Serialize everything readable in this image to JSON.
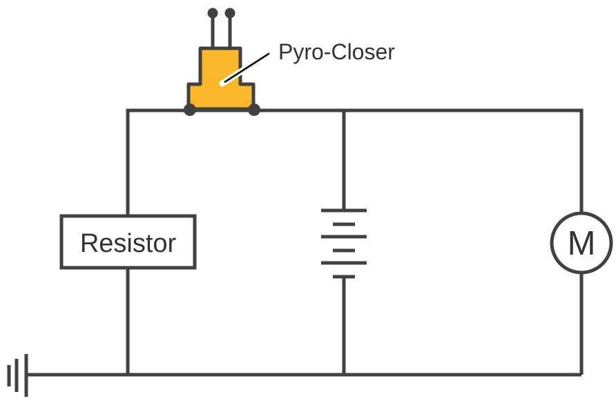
{
  "colors": {
    "background": "#FFFFFF",
    "wire": "#414141",
    "text": "#333333",
    "pyro_fill": "#FBB72C",
    "leader_casing": "#FFFFFF",
    "leader_line": "#111111"
  },
  "components": {
    "pyro_closer": {
      "label": "Pyro-Closer",
      "symbol": "stepped-block-with-two-pins",
      "pins": 2,
      "terminal_dots": 2
    },
    "resistor": {
      "label": "Resistor",
      "symbol": "labeled-rectangle"
    },
    "battery": {
      "symbol": "battery-stack",
      "long_plates": 3,
      "short_plates": 3
    },
    "motor": {
      "label": "M",
      "symbol": "circle-with-letter"
    },
    "ground": {
      "symbol": "earth-ground",
      "bars": 3
    }
  }
}
